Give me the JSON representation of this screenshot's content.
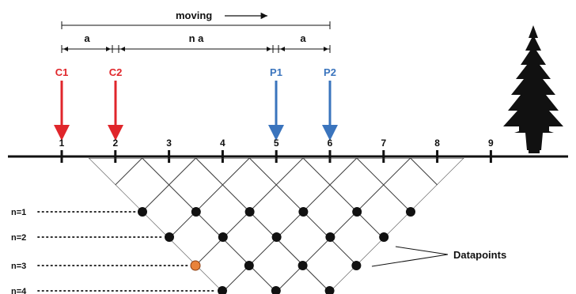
{
  "header": {
    "moving_label": "moving",
    "spacing_left": "a",
    "spacing_middle": "n a",
    "spacing_right": "a"
  },
  "electrodes": [
    {
      "label": "C1",
      "color": "#e0262b"
    },
    {
      "label": "C2",
      "color": "#e0262b"
    },
    {
      "label": "P1",
      "color": "#3a74bd"
    },
    {
      "label": "P2",
      "color": "#3a74bd"
    }
  ],
  "ground_positions": [
    "1",
    "2",
    "3",
    "4",
    "5",
    "6",
    "7",
    "8",
    "9"
  ],
  "levels": [
    "n=1",
    "n=2",
    "n=3",
    "n=4"
  ],
  "datapoints_label": "Datapoints",
  "colors": {
    "line": "#111111",
    "grid": "#3a3a3a",
    "datapoint": "#111111",
    "highlight_datapoint": "#e8823a",
    "current": "#e0262b",
    "potential": "#3a74bd"
  },
  "icons": [
    "tree-icon",
    "arrow-right-icon",
    "arrow-down-icon"
  ]
}
